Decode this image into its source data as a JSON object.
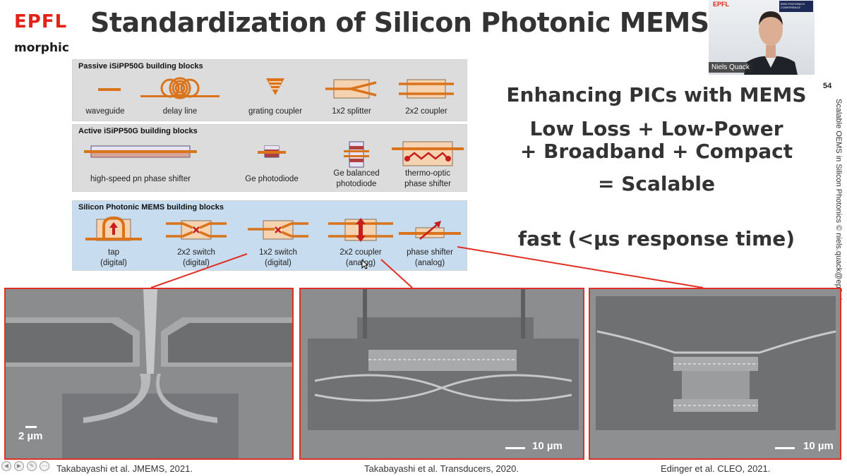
{
  "header": {
    "logo_primary": "EPFL",
    "logo_secondary": "morphic",
    "title": "Standardization of Silicon Photonic MEMS"
  },
  "video": {
    "presenter_name": "Niels Quack",
    "mini_logo": "EPFL",
    "conference": "IEEE PHOTONICS CONFERENCE"
  },
  "slide": {
    "number": "54",
    "side_text": "Scalable OEMS in Silicon Photonics © niels.quack@epfl.ch"
  },
  "panels": {
    "passive": {
      "title": "Passive iSiPP50G building blocks",
      "blocks": [
        "waveguide",
        "delay line",
        "grating coupler",
        "1x2 splitter",
        "2x2 coupler"
      ]
    },
    "active": {
      "title": "Active iSiPP50G building blocks",
      "blocks": [
        "high-speed pn phase shifter",
        "Ge photodiode",
        "Ge balanced\nphotodiode",
        "thermo-optic\nphase shifter"
      ]
    },
    "mems": {
      "title": "Silicon Photonic MEMS building blocks",
      "blocks": [
        "tap\n(digital)",
        "2x2 switch\n(digital)",
        "1x2 switch\n(digital)",
        "2x2 coupler\n(analog)",
        "phase shifter\n(analog)"
      ]
    }
  },
  "right_text": {
    "line1": "Enhancing PICs with MEMS",
    "line2": "Low Loss + Low-Power",
    "line3": "+ Broadband + Compact",
    "line4": "= Scalable",
    "line5": "fast (<µs response time)"
  },
  "micrographs": [
    {
      "scale": "2 µm",
      "caption": "Takabayashi et al. JMEMS, 2021."
    },
    {
      "scale": "10 µm",
      "caption": "Takabayashi et al. Transducers, 2020."
    },
    {
      "scale": "10 µm",
      "caption": "Edinger et al. CLEO, 2021."
    }
  ],
  "colors": {
    "accent_red": "#e03025",
    "waveguide_orange": "#d9731c",
    "title_gray": "#333333",
    "mems_panel_blue": "#c7dcef",
    "std_panel_gray": "#dcdcdc"
  }
}
